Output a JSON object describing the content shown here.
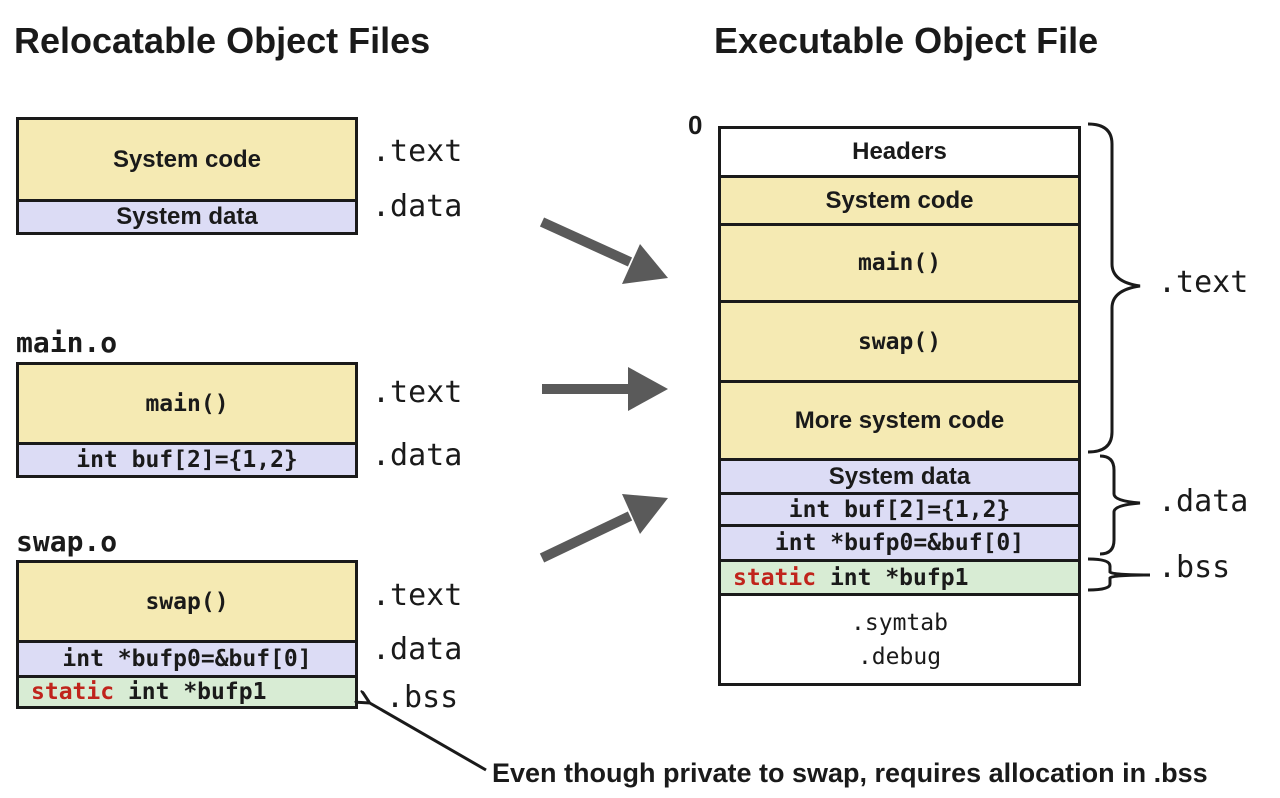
{
  "headings": {
    "relocatable": "Relocatable Object Files",
    "executable": "Executable Object File"
  },
  "relocatable": {
    "system": {
      "text_label": "System code",
      "data_label": "System data",
      "sec_text": ".text",
      "sec_data": ".data"
    },
    "main_o": {
      "file_name": "main.o",
      "text_label": "main()",
      "data_label": "int buf[2]={1,2}",
      "sec_text": ".text",
      "sec_data": ".data"
    },
    "swap_o": {
      "file_name": "swap.o",
      "text_label": "swap()",
      "data_label": "int *bufp0=&buf[0]",
      "bss_keyword": "static",
      "bss_rest": " int *bufp1",
      "sec_text": ".text",
      "sec_data": ".data",
      "sec_bss": ".bss"
    }
  },
  "executable": {
    "origin_label": "0",
    "segments": {
      "headers": "Headers",
      "system_code": "System code",
      "main": "main()",
      "swap": "swap()",
      "more_system_code": "More system code",
      "system_data": "System data",
      "buf": "int buf[2]={1,2}",
      "bufp0": "int *bufp0=&buf[0]",
      "bss_keyword": "static",
      "bss_rest": " int *bufp1",
      "symtab": ".symtab",
      "debug": ".debug"
    },
    "sections": {
      "text": ".text",
      "data": ".data",
      "bss": ".bss"
    }
  },
  "note": "Even though private to swap, requires allocation in .bss",
  "colors": {
    "code": "#f5eab3",
    "data": "#dcdcf5",
    "bss": "#d8ecd4",
    "keyword": "#c0241c",
    "arrow": "#5a5a5a"
  }
}
